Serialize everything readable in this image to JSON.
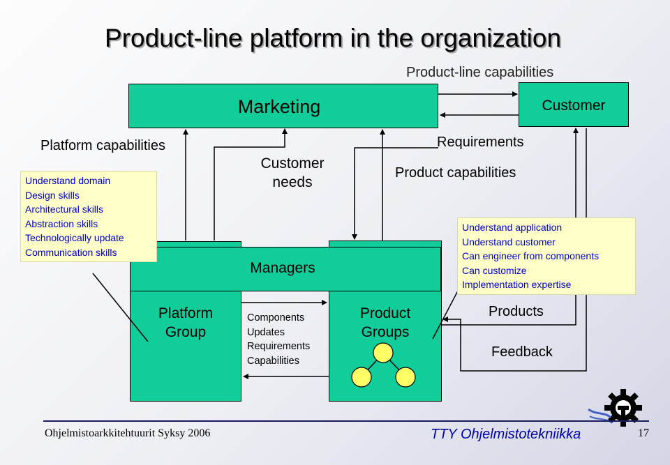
{
  "title": "Product-line platform in the organization",
  "marketing": {
    "label": "Marketing"
  },
  "customer": {
    "label": "Customer"
  },
  "platform_group": {
    "label_line1": "Platform",
    "label_line2": "Group"
  },
  "product_groups": {
    "label_line1": "Product",
    "label_line2": "Groups"
  },
  "managers": {
    "label": "Managers"
  },
  "flow_labels": {
    "product_line_capabilities": "Product-line capabilities",
    "customer_needs_line1": "Customer",
    "customer_needs_line2": "needs",
    "requirements": "Requirements",
    "product_capabilities": "Product capabilities",
    "products": "Products",
    "feedback": "Feedback",
    "platform_capabilities": "Platform capabilities"
  },
  "platform_skills": [
    "Understand domain",
    "Design skills",
    "Architectural skills",
    "Abstraction skills",
    "Technologically update",
    "Communication skills"
  ],
  "product_skills": [
    "Understand application",
    "Understand customer",
    "Can engineer from components",
    "Can customize",
    "Implementation expertise"
  ],
  "component_flow": [
    "Components",
    "Updates",
    "Requirements",
    "Capabilities"
  ],
  "footer": {
    "course": "Ohjelmistoarkkitehtuurit Syksy 2006",
    "brand": "TTY Ohjelmistotekniikka",
    "page": "17"
  },
  "colors": {
    "box_fill": "#11cd9a",
    "note_fill": "#ffffc8",
    "note_text": "#0000cc",
    "brand_text": "#0000aa"
  }
}
